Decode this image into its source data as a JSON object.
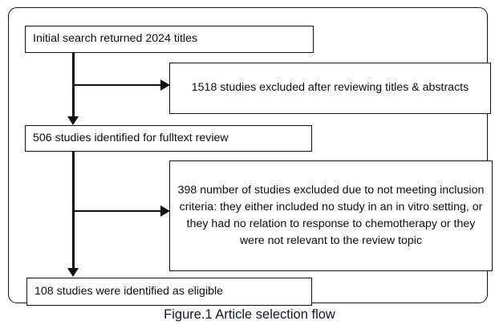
{
  "figure": {
    "caption": "Figure.1 Article selection flow",
    "caption_color": "#14142b",
    "line_color": "#111111",
    "background": "#ffffff",
    "text_color": "#0c0c0c"
  },
  "flowchart": {
    "type": "flowchart",
    "orientation": "top-to-bottom",
    "nodes": [
      {
        "id": "initial-search",
        "label": "Initial search returned 2024 titles",
        "count": 2024,
        "align": "left",
        "role": "identification"
      },
      {
        "id": "excluded-titles",
        "label": "1518 studies excluded after reviewing titles & abstracts",
        "count": 1518,
        "align": "center",
        "role": "exclusion"
      },
      {
        "id": "fulltext-review",
        "label": "506 studies identified for fulltext review",
        "count": 506,
        "align": "left",
        "role": "screening"
      },
      {
        "id": "excluded-criteria",
        "label": "398 number of studies excluded due to not meeting inclusion criteria: they either included no study in an in vitro setting, or they had no relation to response to chemotherapy or they were not relevant to the review topic",
        "count": 398,
        "align": "center",
        "role": "exclusion"
      },
      {
        "id": "eligible",
        "label": "108 studies were identified as eligible",
        "count": 108,
        "align": "left",
        "role": "included"
      }
    ],
    "edges": [
      {
        "id": "edge-initial-to-fulltext",
        "from": "initial-search",
        "to": "fulltext-review",
        "direction": "down"
      },
      {
        "id": "edge-initial-to-excluded-titles",
        "from": "initial-search",
        "to": "excluded-titles",
        "direction": "right"
      },
      {
        "id": "edge-fulltext-to-eligible",
        "from": "fulltext-review",
        "to": "eligible",
        "direction": "down"
      },
      {
        "id": "edge-fulltext-to-excluded-criteria",
        "from": "fulltext-review",
        "to": "excluded-criteria",
        "direction": "right"
      }
    ]
  }
}
